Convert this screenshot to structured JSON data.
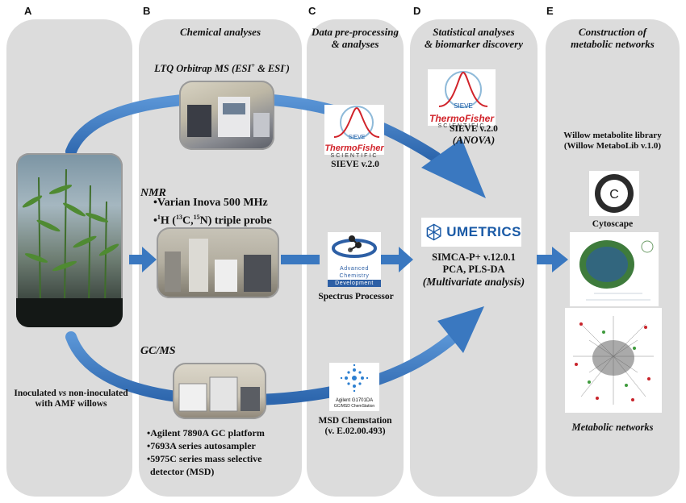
{
  "columns": {
    "a": {
      "letter": "A",
      "caption_line1_a": "Inoculated ",
      "caption_line1_vs": "vs",
      "caption_line1_b": " non-inoculated",
      "caption_line2": "with AMF willows"
    },
    "b": {
      "letter": "B",
      "title": "Chemical analyses",
      "lc_label_main": "LTQ Orbitrap MS (ESI",
      "lc_sup1": "+",
      "lc_mid": " & ESI",
      "lc_sup2": "-",
      "lc_end": ")",
      "nmr_label": "NMR",
      "nmr_bullet1": "•Varian Inova 500 MHz",
      "nmr_b2_a": "•",
      "nmr_b2_sup1": "1",
      "nmr_b2_b": "H (",
      "nmr_b2_sup2": "13",
      "nmr_b2_c": "C,",
      "nmr_b2_sup3": "15",
      "nmr_b2_d": "N) triple probe",
      "gc_label": "GC/MS",
      "gc_bullets": [
        "•Agilent 7890A GC platform",
        "•7693A series autosampler",
        "•5975C series mass selective",
        "detector (MSD)"
      ]
    },
    "c": {
      "letter": "C",
      "title_line1": "Data pre-processing",
      "title_line2": "& analyses",
      "sieve_caption": "SIEVE v.2.0",
      "spectrus_caption": "Spectrus Processor",
      "msd_caption_line1": "MSD Chemstation",
      "msd_caption_line2": "(v. E.02.00.493)"
    },
    "d": {
      "letter": "D",
      "title_line1": "Statistical analyses",
      "title_line2": "& biomarker discovery",
      "sieve_caption": "SIEVE v.2.0",
      "anova": "(ANOVA)",
      "simca_line1": "SIMCA-P+ v.12.0.1",
      "simca_line2": "PCA, PLS-DA",
      "simca_line3": "(Multivariate analysis)"
    },
    "e": {
      "letter": "E",
      "title_line1": "Construction of",
      "title_line2": "metabolic networks",
      "library_line1": "Willow metabolite library",
      "library_line2": "(Willow MetaboLib v.1.0)",
      "cytoscape": "Cytoscape",
      "networks": "Metabolic networks"
    }
  },
  "logos": {
    "sieve_word": "SIEVE",
    "thermo_line1": "ThermoFisher",
    "thermo_line2": "SCIENTIFIC",
    "acd_line1": "Advanced",
    "acd_line2": "Chemistry",
    "acd_line3": "Development",
    "agilent_line1": "Agilent G1701DA",
    "agilent_line2": "GC/MSD ChemStation",
    "umetrics": "UMETRICS",
    "cytoscape_glyph": "C"
  },
  "colors": {
    "panel": "#dcdcdc",
    "arrow": "#3a78c0",
    "thermo_red": "#d1232a",
    "umetrics_blue": "#1a5aa6"
  }
}
